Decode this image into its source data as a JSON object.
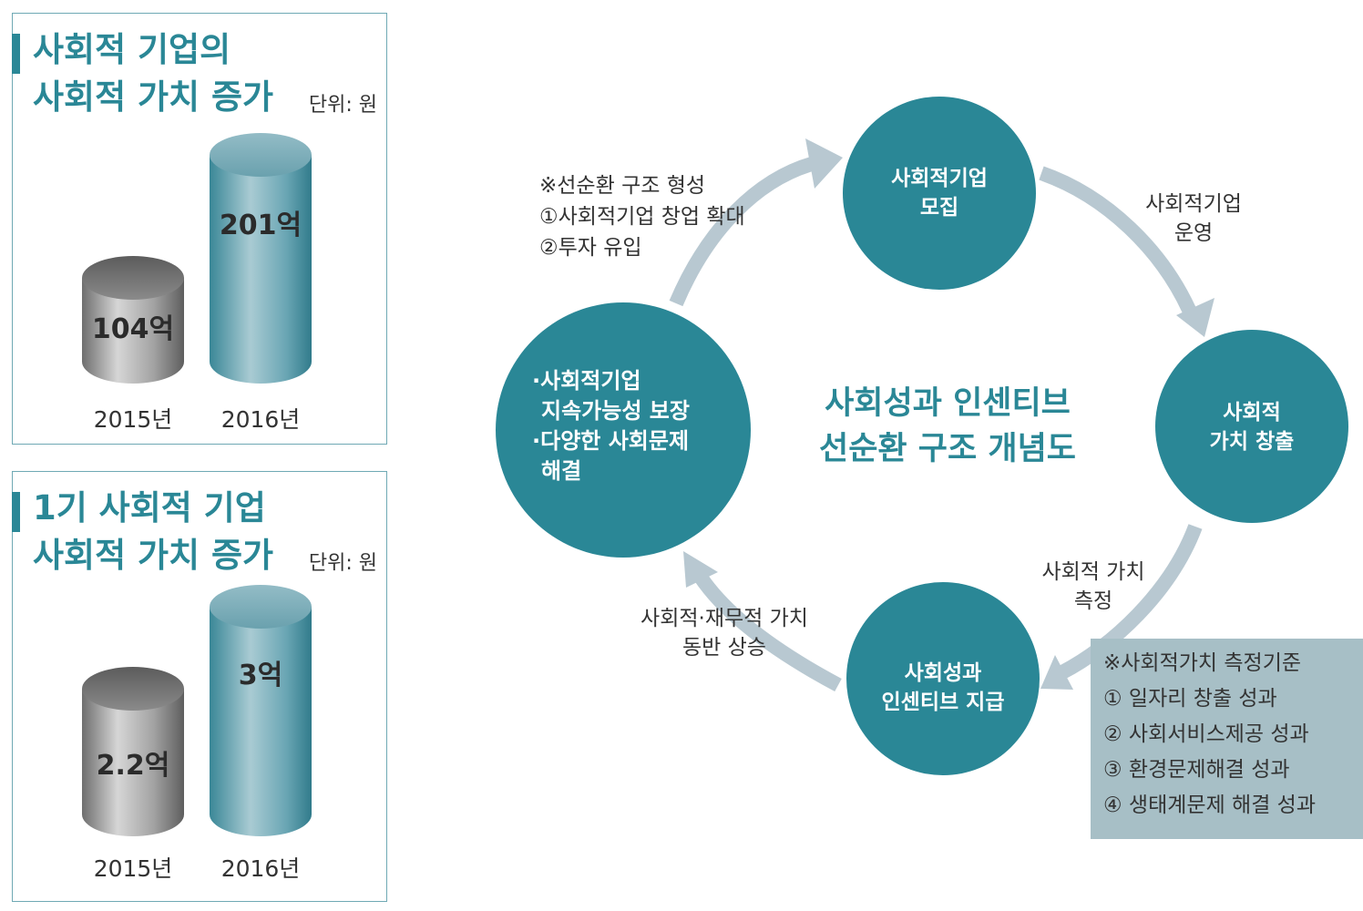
{
  "panels": [
    {
      "title_line1": "사회적 기업의",
      "title_line2": "사회적 가치 증가",
      "unit": "단위: 원",
      "bars": [
        {
          "year": "2015년",
          "value_label": "104억",
          "value": 104
        },
        {
          "year": "2016년",
          "value_label": "201억",
          "value": 201
        }
      ]
    },
    {
      "title_line1": "1기 사회적 기업",
      "title_line2": "사회적 가치 증가",
      "unit": "단위: 원",
      "bars": [
        {
          "year": "2015년",
          "value_label": "2.2억",
          "value": 2.2
        },
        {
          "year": "2016년",
          "value_label": "3억",
          "value": 3
        }
      ]
    }
  ],
  "cycle": {
    "center_title_line1": "사회성과 인센티브",
    "center_title_line2": "선순환 구조 개념도",
    "nodes": {
      "recruit": {
        "line1": "사회적기업",
        "line2": "모집"
      },
      "create": {
        "line1": "사회적",
        "line2": "가치 창출"
      },
      "incentive": {
        "line1": "사회성과",
        "line2": "인센티브 지급"
      },
      "sustain": {
        "line1": "·사회적기업",
        "line2": "지속가능성 보장",
        "line3": "·다양한 사회문제",
        "line4": "해결"
      }
    },
    "flow_labels": {
      "operate": {
        "line1": "사회적기업",
        "line2": "운영"
      },
      "measure": {
        "line1": "사회적 가치",
        "line2": "측정"
      },
      "rise": {
        "line1": "사회적·재무적 가치",
        "line2": "동반 상승"
      }
    },
    "virtuous_note": {
      "line1": "※선순환 구조 형성",
      "line2": "①사회적기업 창업 확대",
      "line3": "②투자 유입"
    },
    "criteria": {
      "title": "※사회적가치 측정기준",
      "items": [
        "① 일자리 창출 성과",
        "② 사회서비스제공 성과",
        "③ 환경문제해결 성과",
        "④ 생태계문제 해결 성과"
      ]
    }
  },
  "colors": {
    "teal": "#2a8796",
    "arrow": "#b8c8d1",
    "criteria_box": "#a7bfc6",
    "gray_cylinder": "#8c8c8c",
    "teal_cylinder": "#5d9fae"
  }
}
